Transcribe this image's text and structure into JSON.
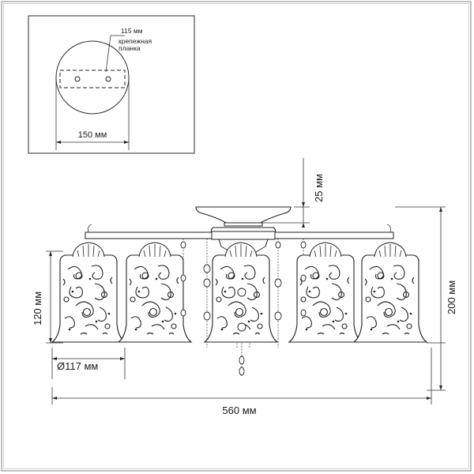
{
  "mount": {
    "bracket_size": "115 мм",
    "bracket_label_1": "крепежная",
    "bracket_label_2": "планка",
    "diameter": "150 мм"
  },
  "dimensions": {
    "canopy_height": "25 мм",
    "shade_height": "120 мм",
    "total_height": "200 мм",
    "shade_diameter": "Ø117 мм",
    "total_width": "560 мм"
  }
}
